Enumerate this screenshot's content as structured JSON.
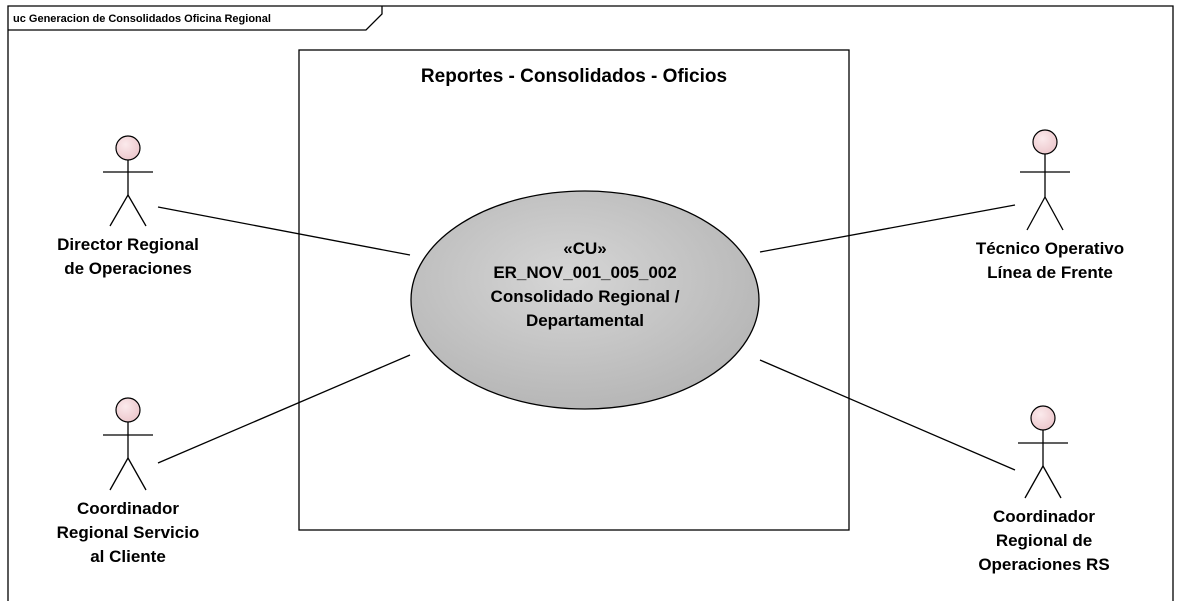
{
  "frame": {
    "title": "uc Generacion de Consolidados Oficina Regional"
  },
  "boundary": {
    "title": "Reportes - Consolidados - Oficios"
  },
  "use_case": {
    "stereotype": "«CU»",
    "id": "ER_NOV_001_005_002",
    "name_line1": "Consolidado Regional /",
    "name_line2": "Departamental",
    "fill_color": "#bdbdbd"
  },
  "actors": [
    {
      "line1": "Director Regional",
      "line2": "de Operaciones",
      "line3": ""
    },
    {
      "line1": "Coordinador",
      "line2": "Regional Servicio",
      "line3": "al Cliente"
    },
    {
      "line1": "Técnico Operativo",
      "line2": "Línea de Frente",
      "line3": ""
    },
    {
      "line1": "Coordinador",
      "line2": "Regional de",
      "line3": "Operaciones RS"
    }
  ],
  "colors": {
    "actor_head": "#f4d4d8",
    "stroke": "#000000"
  }
}
